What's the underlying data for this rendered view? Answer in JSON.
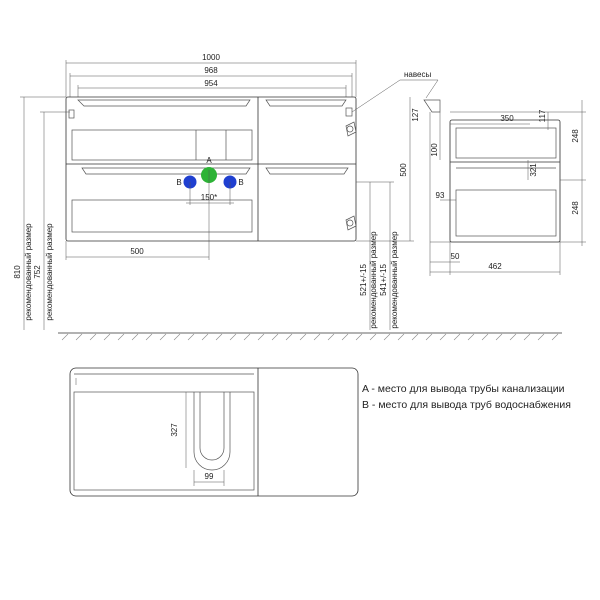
{
  "dimensions": {
    "width_total": "1000",
    "width_inner": "968",
    "width_top": "954",
    "awnings": "навесы",
    "d_127": "127",
    "d_350": "350",
    "d_117": "117",
    "d_248_top": "248",
    "d_100": "100",
    "d_321": "321",
    "d_500_right": "500",
    "d_93": "93",
    "d_248_bottom": "248",
    "d_50": "50",
    "d_462": "462",
    "d_150": "150*",
    "d_500_bottom": "500",
    "d_810": "810",
    "d_752": "752",
    "d_521": "521+/-15",
    "d_541": "541+/-15",
    "d_327": "327",
    "d_99": "99"
  },
  "labels": {
    "a_marker": "A",
    "b_left": "B",
    "b_right": "B",
    "recommended_1": "рекомендованный размер",
    "recommended_2": "рекомендованный размер",
    "recommended_3": "рекомендованный размер",
    "recommended_4": "рекомендованный размер"
  },
  "legend": {
    "a_text": "A - место для вывода трубы канализации",
    "b_text": "B - место для вывода труб водоснабжения"
  },
  "colors": {
    "sewer_marker": "#2db336",
    "water_marker": "#1f3fd0"
  }
}
